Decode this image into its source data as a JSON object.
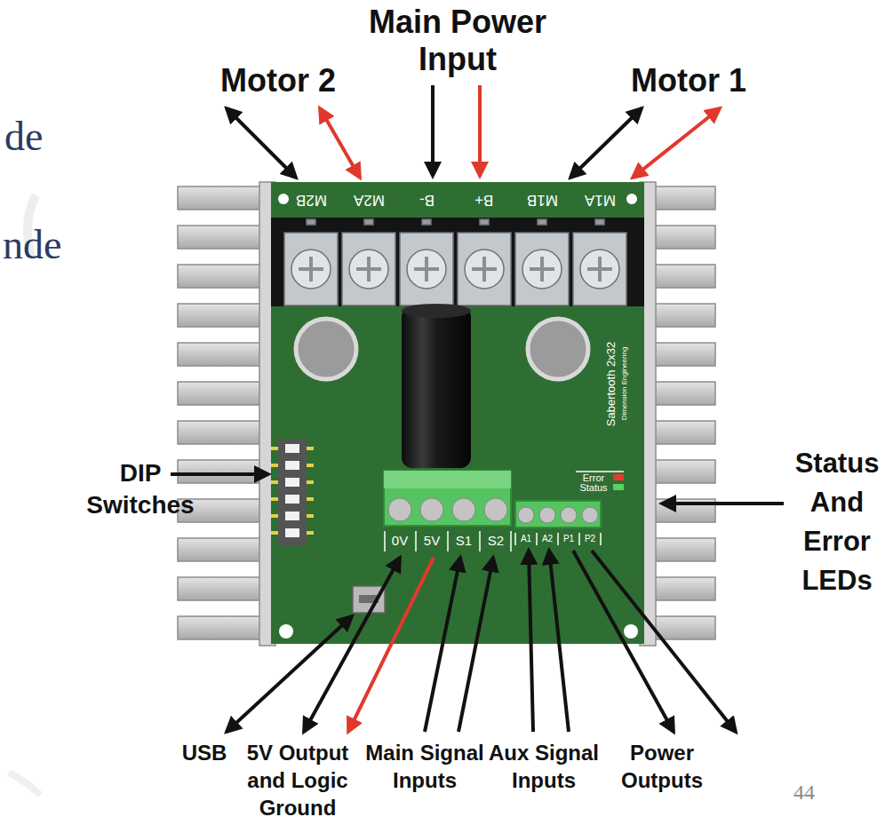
{
  "diagram": {
    "labels": [
      "de",
      "nde",
      "Main Power Input",
      "Motor 2",
      "Motor 1",
      "M2B",
      "M2A",
      "B-",
      "B+",
      "M1B",
      "M1A",
      "Sabertooth 2x32",
      "Dimension Engineering",
      "DIP Switches",
      "Error",
      "Status",
      "Status And Error LEDs",
      "0V",
      "5V",
      "S1",
      "S2",
      "A1",
      "A2",
      "P1",
      "P2",
      "USB",
      "5V Output and Logic Ground",
      "Main Signal Inputs",
      "Aux Signal Inputs",
      "Power Outputs",
      "44"
    ]
  }
}
